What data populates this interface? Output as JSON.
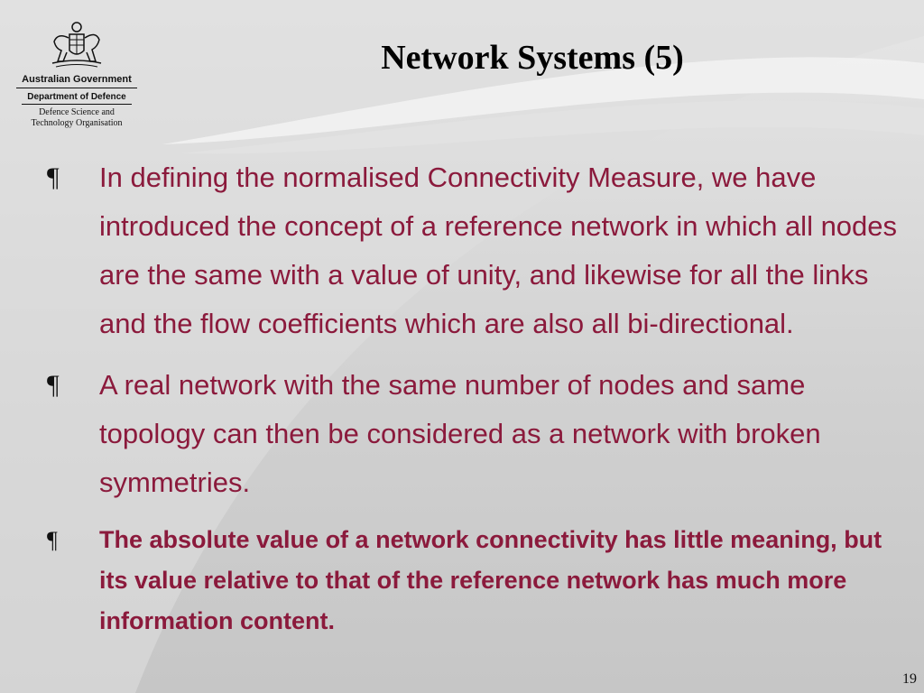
{
  "logo": {
    "government": "Australian Government",
    "department": "Department of Defence",
    "organisation_line1": "Defence Science and",
    "organisation_line2": "Technology Organisation",
    "crest_icon": "coat-of-arms-icon"
  },
  "slide": {
    "title": "Network Systems (5)",
    "bullet_symbol": "¶",
    "bullets": [
      {
        "text": "In defining the normalised Connectivity Measure, we have introduced the concept of a reference network in which all nodes are the same with a value of unity, and likewise for all the links and the flow coefficients which are also all bi-directional."
      },
      {
        "text": "A real network with the same number of nodes and same topology can then be considered as a network with broken symmetries."
      },
      {
        "text": "The absolute value of a network connectivity has little meaning, but its value relative to that of the reference network has much more information content."
      }
    ],
    "page_number": "19"
  },
  "colors": {
    "body_text": "#8b1a3c",
    "title_text": "#000000",
    "background": "#d6d6d6"
  }
}
